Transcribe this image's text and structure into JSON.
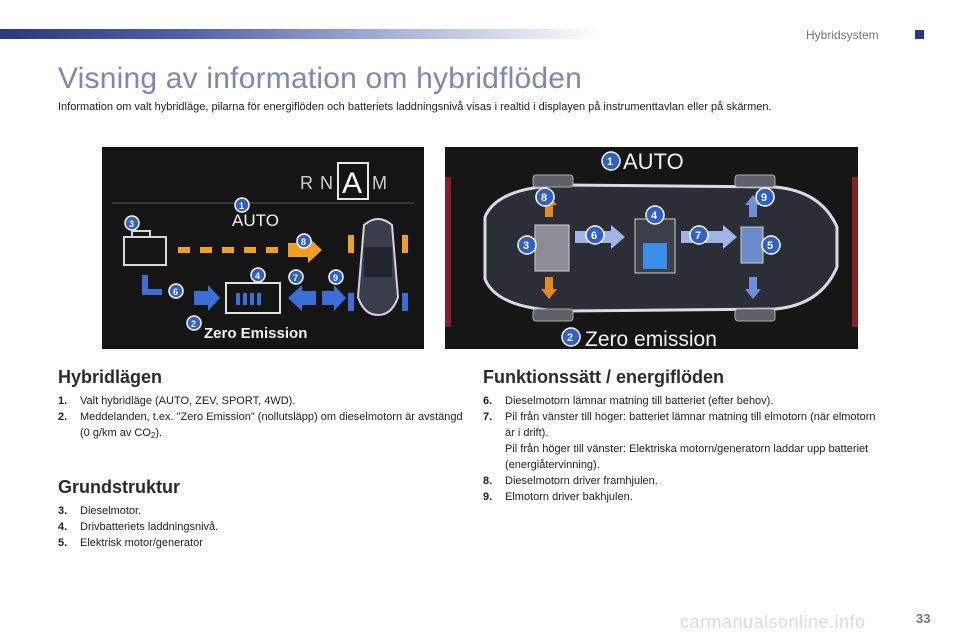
{
  "header": {
    "section": "Hybridsystem"
  },
  "title": "Visning av information om hybridflöden",
  "intro": "Information om valt hybridläge, pilarna för energiflöden och batteriets laddningsnivå visas i realtid i displayen på instrumenttavlan eller på skärmen.",
  "left_screen": {
    "modes": [
      "R",
      "N",
      "A",
      "M"
    ],
    "mode_label": "AUTO",
    "zero_label": "Zero Emission",
    "markers": [
      "1",
      "2",
      "3",
      "4",
      "6",
      "7",
      "8",
      "9"
    ]
  },
  "right_screen": {
    "mode_label": "AUTO",
    "zero_label": "Zero emission",
    "markers": [
      "1",
      "2",
      "3",
      "4",
      "5",
      "6",
      "7",
      "8",
      "9"
    ]
  },
  "hybrid_modes": {
    "heading": "Hybridlägen",
    "items": [
      {
        "num": "1.",
        "text": "Valt hybridläge (AUTO, ZEV, SPORT, 4WD)."
      },
      {
        "num": "2.",
        "text": "Meddelanden, t.ex. \"Zero Emission\" (nollutsläpp) om dieselmotorn är avstängd (0 g/km av CO",
        "sub": "2",
        "tail": ")."
      }
    ]
  },
  "structure": {
    "heading": "Grundstruktur",
    "items": [
      {
        "num": "3.",
        "text": "Dieselmotor."
      },
      {
        "num": "4.",
        "text": "Drivbatteriets laddningsnivå."
      },
      {
        "num": "5.",
        "text": "Elektrisk motor/generator"
      }
    ]
  },
  "function": {
    "heading": "Funktionssätt / energiflöden",
    "items": [
      {
        "num": "6.",
        "text": "Dieselmotorn lämnar matning till batteriet (efter behov)."
      },
      {
        "num": "7.",
        "text": "Pil från vänster till höger: batteriet lämnar matning till elmotorn (när elmotorn är i drift).",
        "extra": "Pil från höger till vänster: Elektriska motorn/generatorn laddar upp batteriet (energiåtervinning)."
      },
      {
        "num": "8.",
        "text": "Dieselmotorn driver framhjulen."
      },
      {
        "num": "9.",
        "text": "Elmotorn driver bakhjulen."
      }
    ]
  },
  "page_number": "33",
  "watermark": "carmanualsonline.info",
  "colors": {
    "accent": "#2a3a7c",
    "title": "#7d87b3",
    "flow_orange": "#f0a020",
    "flow_blue": "#3a6fd8"
  }
}
